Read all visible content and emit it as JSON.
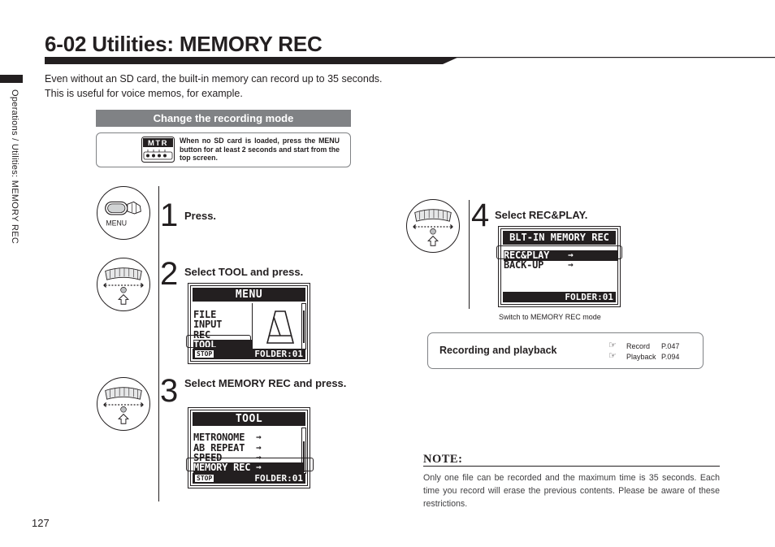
{
  "header": {
    "title": "6-02   Utilities: MEMORY REC",
    "side_label": "Operations / Utilities: MEMORY REC"
  },
  "intro": {
    "line1": "Even without an SD card, the built-in memory can record up to 35 seconds.",
    "line2": "This is useful for voice memos, for example."
  },
  "mode_bar": {
    "label": "Change the recording mode"
  },
  "mtr_box": {
    "icon_label": "MTR",
    "text": "When no SD card is loaded, press the MENU button for at least 2 seconds and start from the top screen."
  },
  "steps": [
    {
      "number": "1",
      "text": "Press.",
      "button_label": "MENU"
    },
    {
      "number": "2",
      "text": "Select TOOL and press."
    },
    {
      "number": "3",
      "text": "Select MEMORY REC and press."
    },
    {
      "number": "4",
      "text": "Select REC&PLAY."
    }
  ],
  "screens": {
    "menu": {
      "title": "MENU",
      "items": [
        "FILE",
        "INPUT",
        "REC",
        "TOOL"
      ],
      "selected": "TOOL",
      "status_left": "STOP",
      "status_right": "FOLDER:01"
    },
    "tool": {
      "title": "TOOL",
      "items": [
        "METRONOME",
        "AB REPEAT",
        "SPEED",
        "MEMORY REC"
      ],
      "selected": "MEMORY REC",
      "status_left": "STOP",
      "status_right": "FOLDER:01"
    },
    "memory": {
      "title": "BLT-IN MEMORY REC",
      "items": [
        "REC&PLAY",
        "BACK-UP"
      ],
      "selected": "REC&PLAY",
      "status_right": "FOLDER:01"
    }
  },
  "caption": "Switch to MEMORY REC mode",
  "rec_play_box": {
    "label": "Recording and playback",
    "refs": [
      {
        "name": "Record",
        "page": "P.047"
      },
      {
        "name": "Playback",
        "page": "P.094"
      }
    ]
  },
  "note": {
    "title": "NOTE:",
    "text": "Only one file can be recorded and the maximum time is 35 seconds. Each time you record will erase the previous contents. Please be aware of these restrictions."
  },
  "page_number": "127",
  "icons": {
    "menu_button": "menu-button-icon",
    "dial": "dial-wheel-icon",
    "metronome": "metronome-icon",
    "reference": "pointing-hand-icon"
  },
  "colors": {
    "text": "#231f20",
    "gray_bar": "#808285"
  }
}
